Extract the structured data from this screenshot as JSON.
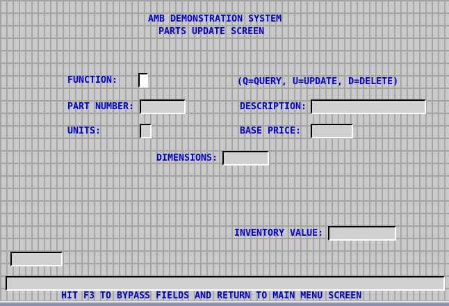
{
  "screen": {
    "title_line1": "AMB DEMONSTRATION SYSTEM",
    "title_line2": "PARTS UPDATE SCREEN",
    "footer_message": "HIT F3 TO BYPASS FIELDS AND RETURN TO MAIN MENU SCREEN"
  },
  "fields": {
    "function": {
      "label": "FUNCTION:",
      "value": "",
      "hint": "(Q=QUERY, U=UPDATE, D=DELETE)"
    },
    "part_number": {
      "label": "PART NUMBER:",
      "value": ""
    },
    "description": {
      "label": "DESCRIPTION:",
      "value": ""
    },
    "units": {
      "label": "UNITS:",
      "value": ""
    },
    "base_price": {
      "label": "BASE PRICE:",
      "value": ""
    },
    "dimensions": {
      "label": "DIMENSIONS:",
      "value": ""
    },
    "inventory_value": {
      "label": "INVENTORY VALUE:",
      "value": ""
    },
    "bottom_left": {
      "value": ""
    },
    "message_line": {
      "value": ""
    }
  },
  "colors": {
    "label_text": "#0000CC",
    "background": "#C9C9CD",
    "grid_line": "#A6A69A",
    "field_fill": "#D0D0D0",
    "active_field_fill": "#FFFFFF",
    "field_shadow": "#000000",
    "field_highlight": "#FFFFFF",
    "window_border": "#8890AC"
  }
}
